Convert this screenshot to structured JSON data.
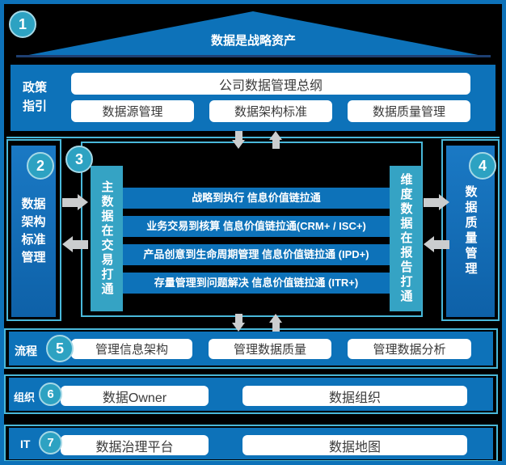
{
  "colors": {
    "primary_blue": "#0d72b9",
    "teal_bar": "#35a3c4",
    "frame_teal": "#49b8da",
    "circle_teal": "#2da2c2",
    "arrow_gray": "#cbcdce",
    "roof_base": "#1e3f71",
    "box_text": "#3a3a3a"
  },
  "roof": {
    "number": "1",
    "title": "数据是战略资产"
  },
  "policy": {
    "label": "政策\n指引",
    "main_box": "公司数据管理总纲",
    "boxes": [
      "数据源管理",
      "数据架构标准",
      "数据质量管理"
    ]
  },
  "architecture": {
    "number": "2",
    "label": "数据\n架构\n标准\n管理"
  },
  "value_chain": {
    "number": "3",
    "left_bar": "主数据在交易打通",
    "right_bar": "维度数据在报告打通",
    "rows": [
      "战略到执行 信息价值链拉通",
      "业务交易到核算 信息价值链拉通(CRM+ / ISC+)",
      "产品创意到生命周期管理 信息价值链拉通 (IPD+)",
      "存量管理到问题解决 信息价值链拉通 (ITR+)"
    ]
  },
  "quality": {
    "number": "4",
    "label": "数据质量管理"
  },
  "process": {
    "number": "5",
    "label": "流程",
    "boxes": [
      "管理信息架构",
      "管理数据质量",
      "管理数据分析"
    ]
  },
  "organization": {
    "number": "6",
    "label": "组织",
    "boxes": [
      "数据Owner",
      "数据组织"
    ]
  },
  "it": {
    "number": "7",
    "label": "IT",
    "boxes": [
      "数据治理平台",
      "数据地图"
    ]
  }
}
